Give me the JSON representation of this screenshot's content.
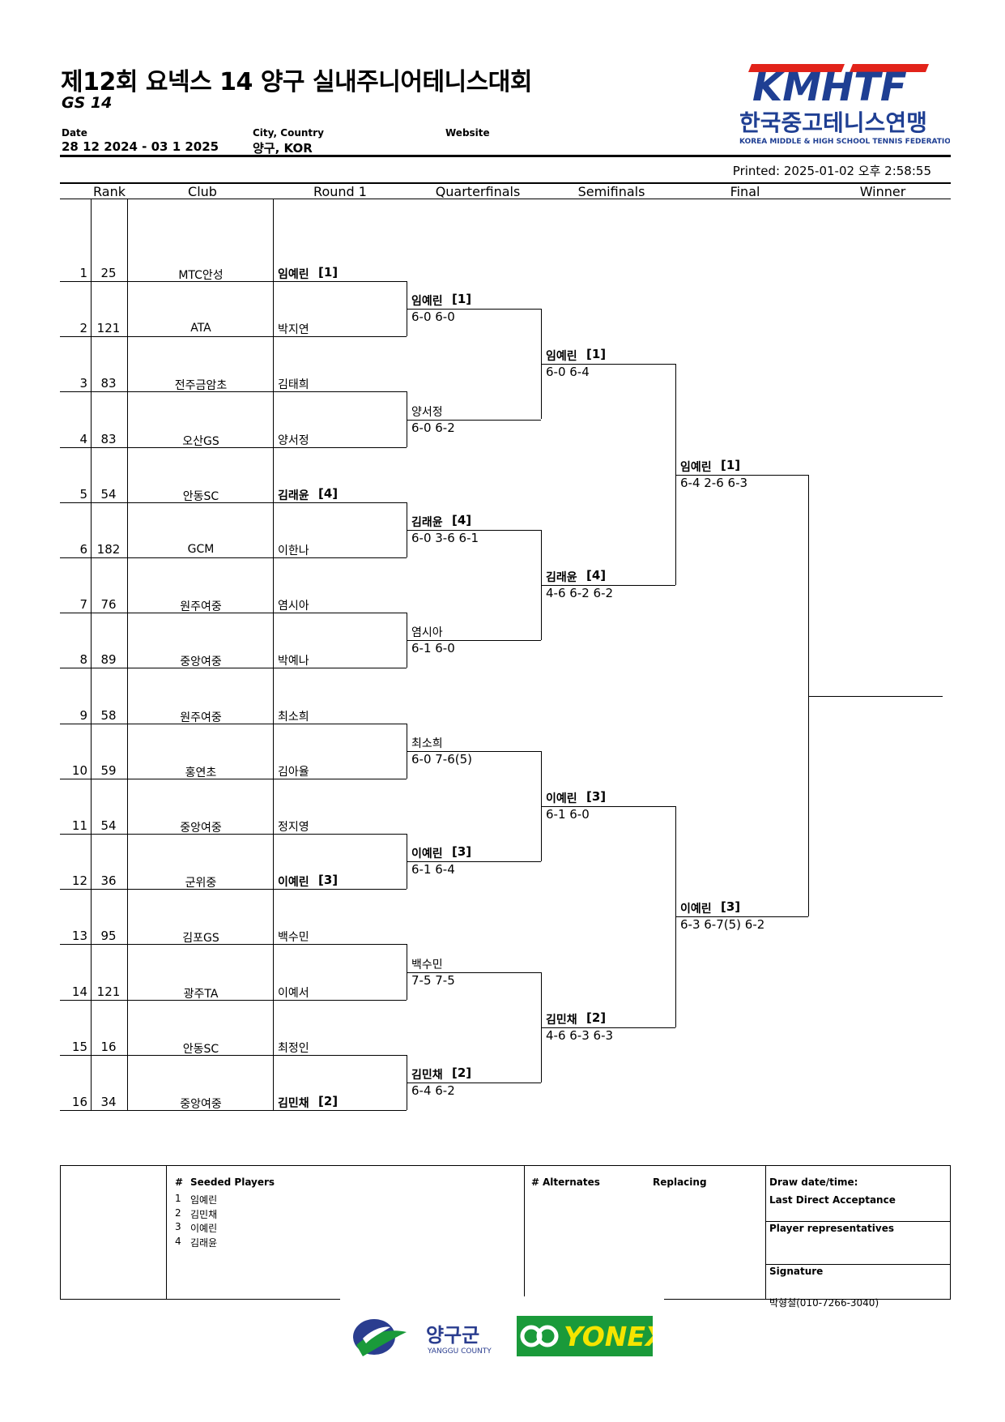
{
  "header": {
    "title": "제12회 요넥스 14 양구 실내주니어테니스대회",
    "subtitle": "GS 14",
    "date_label": "Date",
    "date_value": "28 12 2024 - 03 1 2025",
    "city_label": "City, Country",
    "city_value": "양구, KOR",
    "website_label": "Website",
    "printed": "Printed: 2025-01-02 오후 2:58:55"
  },
  "logo": {
    "text": "KMHTF",
    "korean": "한국중고테니스연맹",
    "english": "KOREA MIDDLE & HIGH SCHOOL TENNIS FEDERATION",
    "color_main": "#1f3f93",
    "color_accent": "#e2231a"
  },
  "columns": [
    "Rank",
    "Club",
    "Round 1",
    "Quarterfinals",
    "Semifinals",
    "Final",
    "Winner"
  ],
  "draw": [
    {
      "pos": "1",
      "rank": "25",
      "club": "MTC안성",
      "name": "임예린",
      "seed": "[1]"
    },
    {
      "pos": "2",
      "rank": "121",
      "club": "ATA",
      "name": "박지연",
      "seed": ""
    },
    {
      "pos": "3",
      "rank": "83",
      "club": "전주금암초",
      "name": "김태희",
      "seed": ""
    },
    {
      "pos": "4",
      "rank": "83",
      "club": "오산GS",
      "name": "양서정",
      "seed": ""
    },
    {
      "pos": "5",
      "rank": "54",
      "club": "안동SC",
      "name": "김래윤",
      "seed": "[4]"
    },
    {
      "pos": "6",
      "rank": "182",
      "club": "GCM",
      "name": "이한나",
      "seed": ""
    },
    {
      "pos": "7",
      "rank": "76",
      "club": "원주여중",
      "name": "염시아",
      "seed": ""
    },
    {
      "pos": "8",
      "rank": "89",
      "club": "중앙여중",
      "name": "박예나",
      "seed": ""
    },
    {
      "pos": "9",
      "rank": "58",
      "club": "원주여중",
      "name": "최소희",
      "seed": ""
    },
    {
      "pos": "10",
      "rank": "59",
      "club": "홍연초",
      "name": "김아율",
      "seed": ""
    },
    {
      "pos": "11",
      "rank": "54",
      "club": "중앙여중",
      "name": "정지영",
      "seed": ""
    },
    {
      "pos": "12",
      "rank": "36",
      "club": "군위중",
      "name": "이예린",
      "seed": "[3]"
    },
    {
      "pos": "13",
      "rank": "95",
      "club": "김포GS",
      "name": "백수민",
      "seed": ""
    },
    {
      "pos": "14",
      "rank": "121",
      "club": "광주TA",
      "name": "이예서",
      "seed": ""
    },
    {
      "pos": "15",
      "rank": "16",
      "club": "안동SC",
      "name": "최정인",
      "seed": ""
    },
    {
      "pos": "16",
      "rank": "34",
      "club": "중앙여중",
      "name": "김민채",
      "seed": "[2]"
    }
  ],
  "quarterfinals": [
    {
      "name": "임예린",
      "seed": "[1]",
      "score": "6-0 6-0"
    },
    {
      "name": "양서정",
      "seed": "",
      "score": "6-0 6-2"
    },
    {
      "name": "김래윤",
      "seed": "[4]",
      "score": "6-0 3-6 6-1"
    },
    {
      "name": "염시아",
      "seed": "",
      "score": "6-1 6-0"
    },
    {
      "name": "최소희",
      "seed": "",
      "score": "6-0 7-6(5)"
    },
    {
      "name": "이예린",
      "seed": "[3]",
      "score": "6-1 6-4"
    },
    {
      "name": "백수민",
      "seed": "",
      "score": "7-5 7-5"
    },
    {
      "name": "김민채",
      "seed": "[2]",
      "score": "6-4 6-2"
    }
  ],
  "semifinals": [
    {
      "name": "임예린",
      "seed": "[1]",
      "score": "6-0 6-4"
    },
    {
      "name": "김래윤",
      "seed": "[4]",
      "score": "4-6 6-2 6-2"
    },
    {
      "name": "이예린",
      "seed": "[3]",
      "score": "6-1 6-0"
    },
    {
      "name": "김민채",
      "seed": "[2]",
      "score": "4-6 6-3 6-3"
    }
  ],
  "final": [
    {
      "name": "임예린",
      "seed": "[1]",
      "score": "6-4 2-6 6-3"
    },
    {
      "name": "이예린",
      "seed": "[3]",
      "score": "6-3 6-7(5) 6-2"
    }
  ],
  "footer": {
    "seeded_label": "Seeded Players",
    "hash": "#",
    "seeded": [
      {
        "n": "1",
        "name": "임예린"
      },
      {
        "n": "2",
        "name": "김민채"
      },
      {
        "n": "3",
        "name": "이예린"
      },
      {
        "n": "4",
        "name": "김래윤"
      }
    ],
    "alternates_label": "Alternates",
    "replacing_label": "Replacing",
    "draw_date_label": "Draw date/time:",
    "last_da_label": "Last Direct Acceptance",
    "player_reps_label": "Player representatives",
    "signature_label": "Signature",
    "signature_value": "박형철(010-7266-3040)"
  },
  "sponsors": {
    "yanggu_korean": "양구군",
    "yanggu_english": "YANGGU COUNTY",
    "yonex": "YONEX",
    "yonex_color": "#1a9a3a",
    "yanggu_color": "#2a3d8f"
  }
}
